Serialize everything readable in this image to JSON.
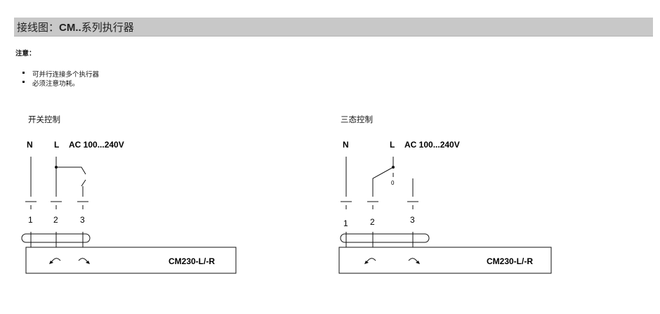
{
  "header": {
    "prefix": "接线图：",
    "bold": "CM..",
    "suffix": "系列执行器"
  },
  "note": {
    "label": "注意："
  },
  "bullets": [
    "可并行连接多个执行器",
    "必须注意功耗。"
  ],
  "left": {
    "title": "开关控制",
    "labels": {
      "n": "N",
      "l": "L",
      "ac": "AC 100...240V"
    },
    "terminals": [
      "1",
      "2",
      "3"
    ],
    "model": "CM230-L/-R"
  },
  "right": {
    "title": "三态控制",
    "labels": {
      "n": "N",
      "l": "L",
      "ac": "AC 100...240V",
      "zero": "0"
    },
    "terminals": [
      "1",
      "2",
      "3"
    ],
    "model": "CM230-L/-R"
  }
}
